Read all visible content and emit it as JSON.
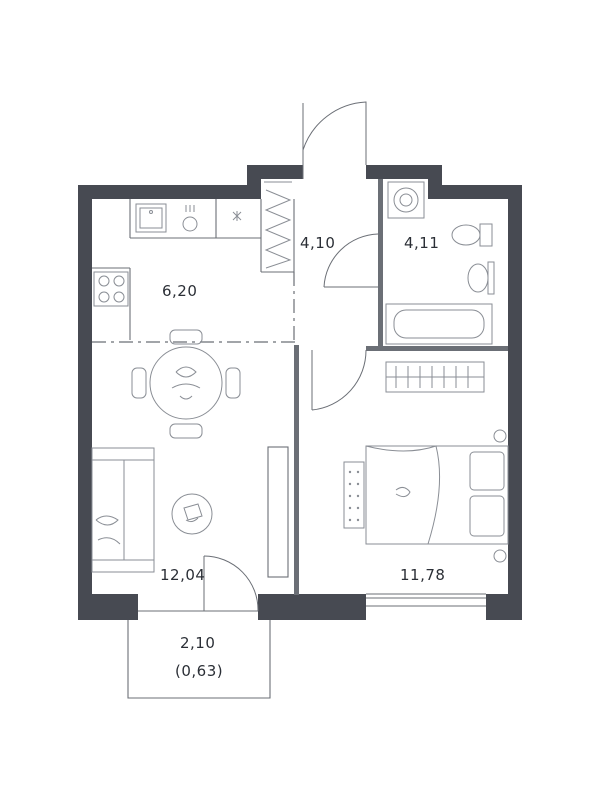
{
  "rooms": {
    "kitchen": {
      "area": "6,20"
    },
    "hall": {
      "area": "4,10"
    },
    "bathroom": {
      "area": "4,11"
    },
    "living": {
      "area": "12,04"
    },
    "bedroom": {
      "area": "11,78"
    },
    "balcony": {
      "area": "2,10",
      "sub_area": "(0,63)"
    }
  },
  "icons": {
    "stove": "stove-icon",
    "sink": "sink-icon",
    "table": "dining-table-icon",
    "sofa": "sofa-icon",
    "bed": "bed-icon",
    "bathtub": "bathtub-icon",
    "toilet": "toilet-icon",
    "washer": "washing-machine-icon",
    "wardrobe": "wardrobe-icon"
  },
  "colors": {
    "wall": "#474a52",
    "line": "#6b6f76",
    "text": "#2b2f36"
  }
}
